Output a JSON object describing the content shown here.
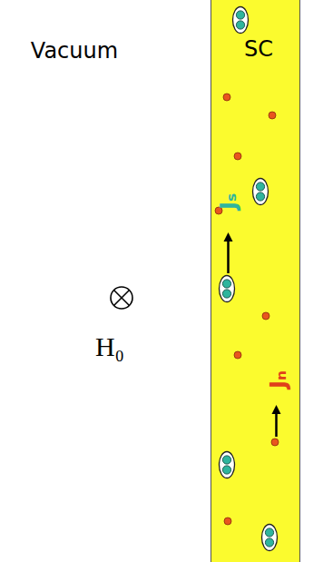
{
  "diagram": {
    "nodes": [
      {
        "text": [
          "SC"
        ]
      }
    ],
    "labels": [
      "Vacuum",
      "H₀",
      "Jₛ",
      "Jₙ"
    ]
  }
}
